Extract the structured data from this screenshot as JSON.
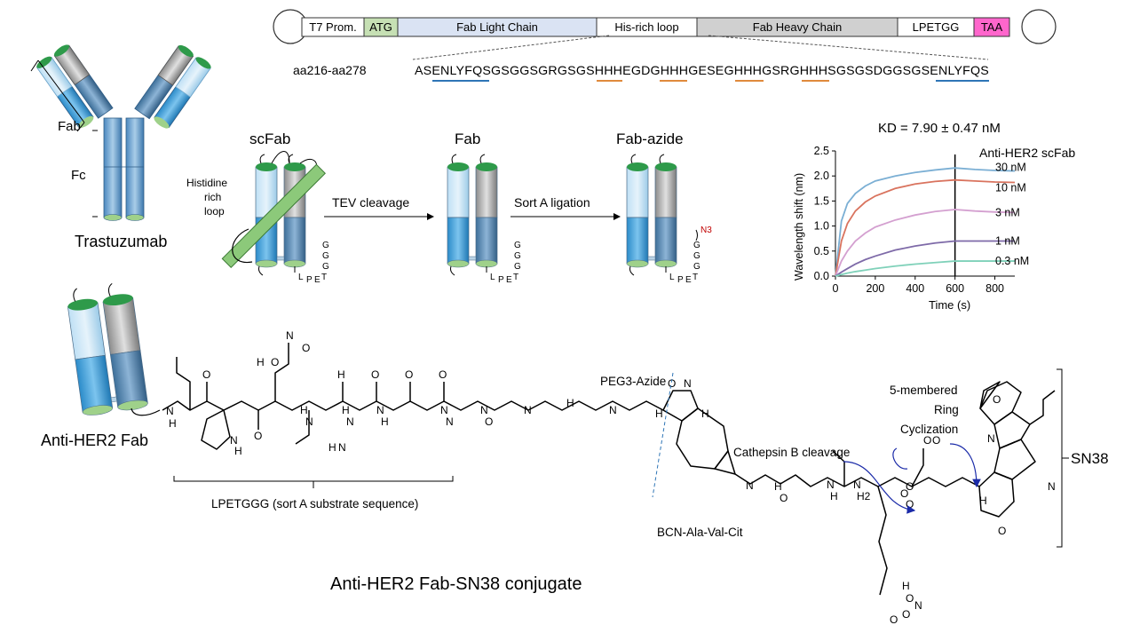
{
  "construct": {
    "segments": [
      {
        "label": "T7 Prom.",
        "color": "#ffffff"
      },
      {
        "label": "ATG",
        "color": "#c6e0b4"
      },
      {
        "label": "Fab Light Chain",
        "color": "#dae3f3"
      },
      {
        "label": "His-rich loop",
        "color": "#ffffff"
      },
      {
        "label": "Fab Heavy Chain",
        "color": "#d0d0d0"
      },
      {
        "label": "LPETGG",
        "color": "#ffffff"
      },
      {
        "label": "TAA",
        "color": "#ff66cc"
      }
    ],
    "aa_range": "aa216-aa278",
    "sequence": "ASENLYFQSGSGGSGRGSGSHHHEGDGHHHGESEGHHHGSRGHHHSGSGSDGGSGSENLYFQS"
  },
  "antibody": {
    "fab_label": "Fab",
    "fc_label": "Fc",
    "name": "Trastuzumab"
  },
  "workflow": {
    "scfab_label": "scFab",
    "loop_label_1": "Histidine",
    "loop_label_2": "rich",
    "loop_label_3": "loop",
    "step1": "TEV cleavage",
    "fab_label": "Fab",
    "step2": "Sort A ligation",
    "fab_azide_label": "Fab-azide",
    "azide": "N3",
    "tag_letters": [
      "L",
      "P",
      "E",
      "T",
      "G",
      "G",
      "G"
    ]
  },
  "binding_chart": {
    "title": "KD = 7.90 ± 0.47 nM",
    "series_title": "Anti-HER2 scFab",
    "xlabel": "Time (s)",
    "ylabel": "Wavelength shift (nm)"
  },
  "chart_data": {
    "type": "line",
    "title": "KD = 7.90 ± 0.47 nM",
    "xlabel": "Time (s)",
    "ylabel": "Wavelength shift (nm)",
    "xlim": [
      0,
      900
    ],
    "ylim": [
      0,
      2.5
    ],
    "xticks": [
      0,
      200,
      400,
      600,
      800
    ],
    "yticks": [
      0.0,
      0.5,
      1.0,
      1.5,
      2.0,
      2.5
    ],
    "legend_title": "Anti-HER2 scFab",
    "association_end": 600,
    "series": [
      {
        "name": "30 nM",
        "color": "#7bafd4",
        "x": [
          0,
          30,
          60,
          100,
          150,
          200,
          300,
          400,
          500,
          600,
          700,
          800,
          900
        ],
        "values": [
          0,
          1.1,
          1.45,
          1.65,
          1.8,
          1.9,
          2.0,
          2.07,
          2.12,
          2.16,
          2.13,
          2.11,
          2.1
        ]
      },
      {
        "name": "10 nM",
        "color": "#d9735e",
        "x": [
          0,
          30,
          60,
          100,
          150,
          200,
          300,
          400,
          500,
          600,
          700,
          800,
          900
        ],
        "values": [
          0,
          0.7,
          1.05,
          1.3,
          1.48,
          1.6,
          1.75,
          1.84,
          1.89,
          1.92,
          1.9,
          1.88,
          1.87
        ]
      },
      {
        "name": "3 nM",
        "color": "#d4a0d0",
        "x": [
          0,
          30,
          60,
          100,
          150,
          200,
          300,
          400,
          500,
          600,
          700,
          800,
          900
        ],
        "values": [
          0,
          0.3,
          0.5,
          0.7,
          0.86,
          0.98,
          1.12,
          1.22,
          1.29,
          1.33,
          1.3,
          1.28,
          1.27
        ]
      },
      {
        "name": "1 nM",
        "color": "#7e6aa8",
        "x": [
          0,
          30,
          60,
          100,
          150,
          200,
          300,
          400,
          500,
          600,
          700,
          800,
          900
        ],
        "values": [
          0,
          0.08,
          0.15,
          0.24,
          0.33,
          0.4,
          0.52,
          0.6,
          0.66,
          0.7,
          0.7,
          0.7,
          0.7
        ]
      },
      {
        "name": "0.3 nM",
        "color": "#7fd1b9",
        "x": [
          0,
          30,
          60,
          100,
          150,
          200,
          300,
          400,
          500,
          600,
          700,
          800,
          900
        ],
        "values": [
          0,
          0.03,
          0.06,
          0.09,
          0.12,
          0.15,
          0.2,
          0.24,
          0.27,
          0.3,
          0.3,
          0.3,
          0.3
        ]
      }
    ]
  },
  "conjugate": {
    "fab_label": "Anti-HER2 Fab",
    "substrate_label": "LPETGGG (sort A substrate sequence)",
    "peg_label": "PEG3-Azide",
    "linker_label": "BCN-Ala-Val-Cit",
    "cleavage_label": "Cathepsin B cleavage",
    "cyclization_1": "5-membered",
    "cyclization_2": "Ring",
    "cyclization_3": "Cyclization",
    "payload_label": "SN38",
    "title": "Anti-HER2 Fab-SN38 conjugate",
    "atoms": [
      "N",
      "H",
      "O",
      "N",
      "H",
      "O",
      "H",
      "O",
      "N",
      "O",
      "H",
      "N",
      "H",
      "N",
      "H",
      "N",
      "H",
      "N",
      "H",
      "O",
      "O",
      "O",
      "N",
      "N",
      "N",
      "O",
      "N",
      "H",
      "N",
      "H",
      "O",
      "N",
      "H",
      "N",
      "H",
      "O",
      "N",
      "H",
      "N",
      "H2",
      "O",
      "H",
      "O",
      "O",
      "O",
      "N",
      "O",
      "O",
      "O",
      "O",
      "H",
      "N",
      "N",
      "O",
      "O"
    ]
  }
}
